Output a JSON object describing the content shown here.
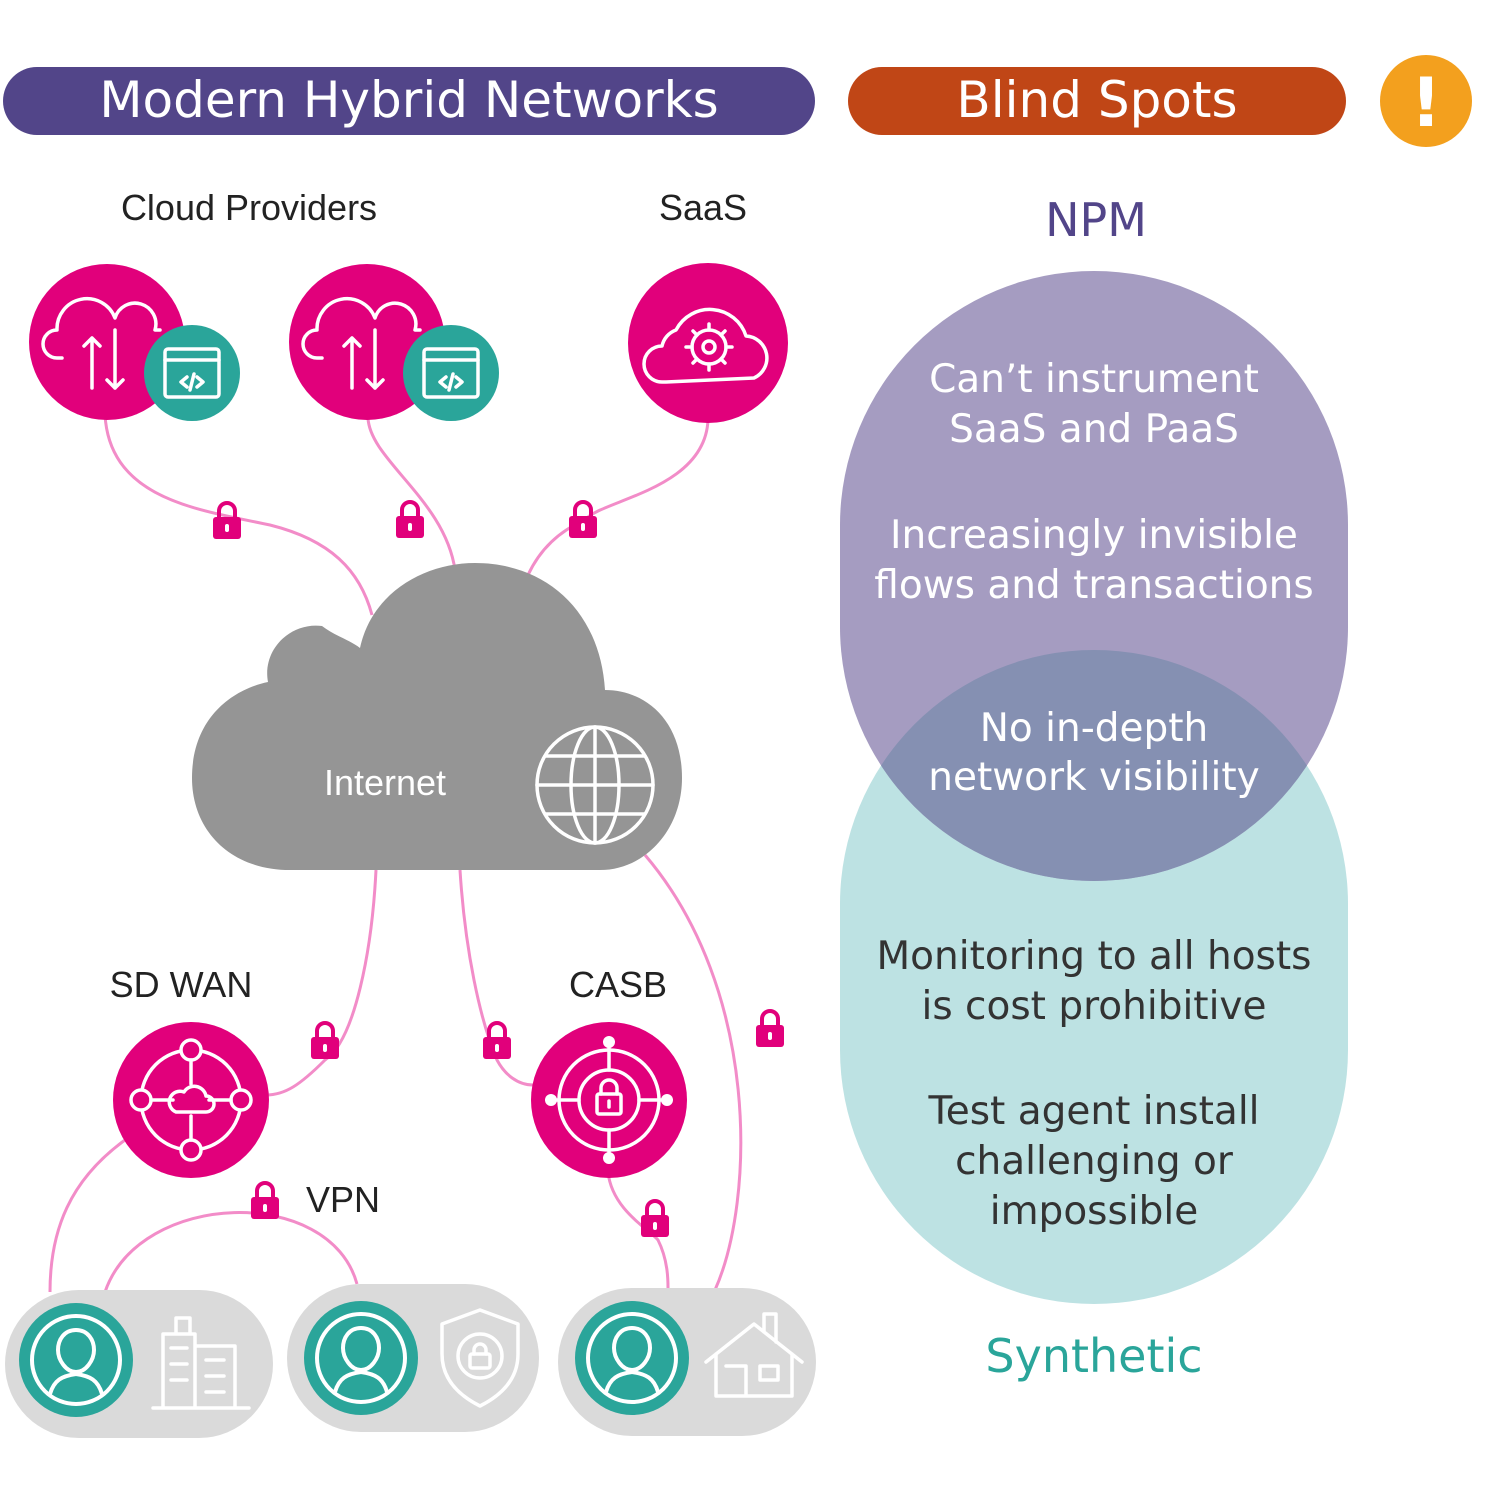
{
  "header": {
    "left_title": "Modern Hybrid Networks",
    "right_title": "Blind Spots",
    "alert_symbol": "!",
    "colors": {
      "left": "#524589",
      "right": "#c04616",
      "alert": "#f3a01e"
    }
  },
  "network": {
    "cloud_providers_label": "Cloud Providers",
    "saas_label": "SaaS",
    "internet_label": "Internet",
    "sdwan_label": "SD WAN",
    "casb_label": "CASB",
    "vpn_label": "VPN",
    "colors": {
      "node": "#e1007b",
      "teal": "#2aa59a",
      "cloud": "#959595",
      "link": "#f28cc8",
      "user_pill": "#dadada"
    },
    "icons": [
      "cloud-transfer-icon",
      "code-window-icon",
      "cloud-gear-icon",
      "globe-icon",
      "network-hub-icon",
      "lock-target-icon",
      "padlock-icon",
      "user-icon",
      "office-building-icon",
      "shield-lock-icon",
      "house-icon"
    ]
  },
  "venn": {
    "top_label": "NPM",
    "bottom_label": "Synthetic",
    "top_lines": [
      "Can’t instrument",
      "SaaS and PaaS",
      "Increasingly invisible",
      "flows and transactions"
    ],
    "overlap_lines": [
      "No in-depth",
      "network visibility"
    ],
    "bottom_lines": [
      "Monitoring to all hosts",
      "is cost prohibitive",
      "Test agent install",
      "challenging or",
      "impossible"
    ],
    "colors": {
      "top": "#a59cc1",
      "bottom": "#bde2e3",
      "overlap": "#8590b2",
      "top_label": "#524589",
      "bottom_label": "#2aa59a"
    }
  }
}
